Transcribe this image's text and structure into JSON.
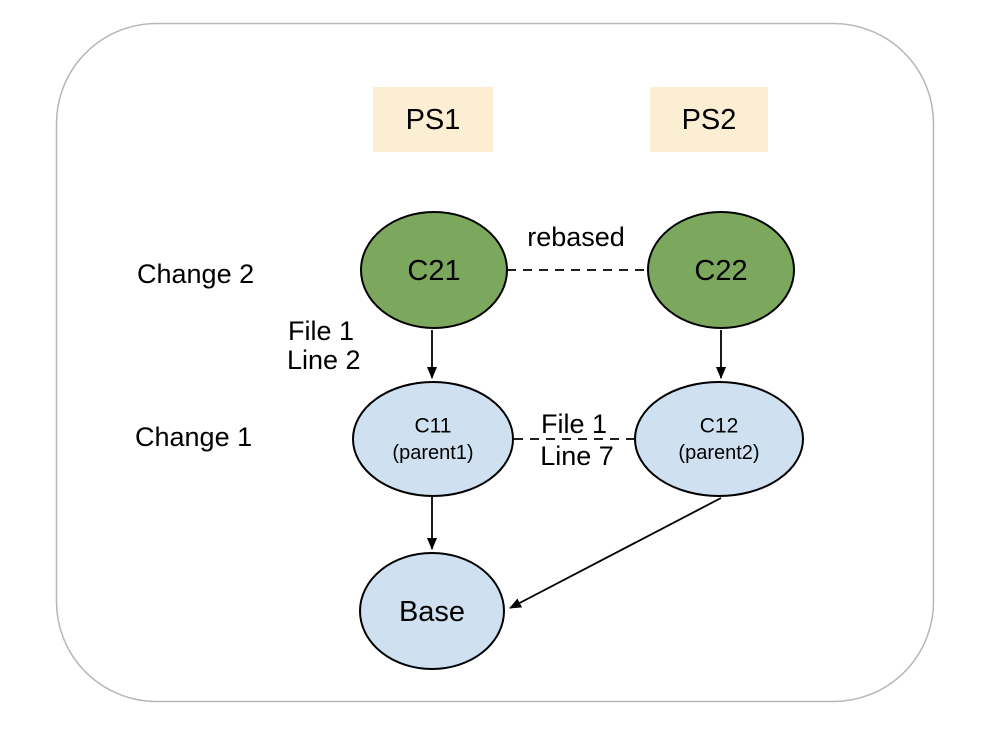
{
  "colors": {
    "background": "#ffffff",
    "frame_border": "#b7b7b7",
    "patchset_fill": "#fceed3",
    "new_node_fill": "#7ca85e",
    "old_node_fill": "#cfe0f0",
    "node_stroke": "#000000",
    "edge_stroke": "#000000"
  },
  "patchsets": [
    {
      "label": "PS1"
    },
    {
      "label": "PS2"
    }
  ],
  "row_labels": [
    {
      "label": "Change 2"
    },
    {
      "label": "Change 1"
    }
  ],
  "nodes": {
    "c21": {
      "label": "C21"
    },
    "c22": {
      "label": "C22"
    },
    "c11": {
      "label": "C11",
      "sublabel": "(parent1)"
    },
    "c12": {
      "label": "C12",
      "sublabel": "(parent2)"
    },
    "base": {
      "label": "Base"
    }
  },
  "edge_labels": {
    "rebased": "rebased",
    "c21_edit_line1": "File 1",
    "c21_edit_line2": "Line 2",
    "c11_c12_line1": "File 1",
    "c11_c12_line2": "Line 7"
  }
}
